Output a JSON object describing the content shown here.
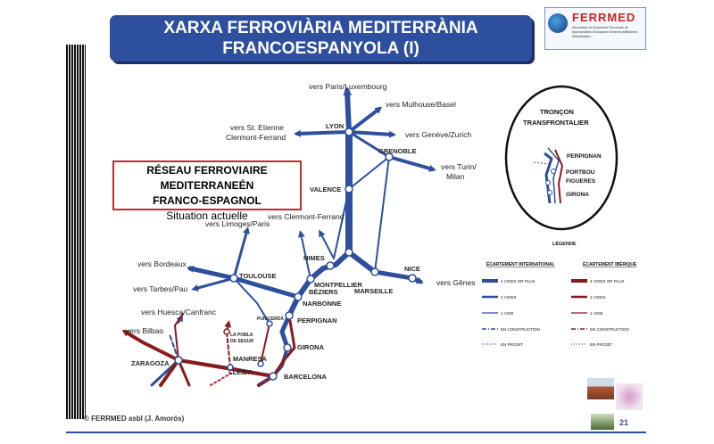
{
  "title": {
    "line1": "XARXA FERROVIÀRIA MEDITERRÀNIA",
    "line2": "FRANCOESPANYOLA (I)"
  },
  "logo": {
    "name": "FERRMED",
    "subtitle": "Association du Grand Axe Ferroviaire de Marchandises Großachse Schienen-Mittelmeer-Skandinavien"
  },
  "reseau": {
    "line1": "RÉSEAU FERROVIAIRE MEDITERRANEÉN",
    "line2": "FRANCO-ESPAGNOL",
    "line3": "Situation actuelle"
  },
  "map_labels": {
    "paris": "vers Paris/Luxembourg",
    "mulhouse": "vers Mulhouse/Basel",
    "stetienne1": "vers St. Etienne",
    "stetienne2": "Clermont-Ferrand",
    "lyon": "LYON",
    "geneve": "vers Genève/Zurich",
    "grenoble": "GRENOBLE",
    "turin1": "vers Turin/",
    "turin2": "Milan",
    "valence": "VALENCE",
    "limoges": "vers Limoges/Paris",
    "clermont": "vers Clermont-Ferrand",
    "nimes": "NIMES",
    "montpellier": "MONTPELLIER",
    "nice": "NICE",
    "genes": "vers Gênes",
    "marseille": "MARSEILLE",
    "bordeaux": "vers Bordeaux",
    "toulouse": "TOULOUSE",
    "beziers": "BÉZIERS",
    "tarbes": "vers Tarbes/Pau",
    "narbonne": "NARBONNE",
    "huesca": "vers Huesca/Canfranc",
    "puigcerda": "PUIGCERDÀ",
    "perpignan": "PERPIGNAN",
    "pobla1": "LA POBLA",
    "pobla2": "DE SEGUR",
    "bilbao": "vers Bilbao",
    "girona": "GIRONA",
    "zaragoza": "ZARAGOZA",
    "manresa": "MANRESA",
    "lleida": "LLEIDA",
    "barcelona": "BARCELONA"
  },
  "troncon": {
    "title1": "TRONÇON",
    "title2": "TRANSFRONTALIER",
    "perpignan": "PERPIGNAN",
    "portbou": "PORTBOU",
    "figueres": "FIGUERES",
    "girona": "GIRONA"
  },
  "legend": {
    "title": "LÉGENDE",
    "col_international": "ÉCARTEMENT INTERNATIONAL",
    "col_iberique": "ÉCARTEMENT IBÉRIQUE",
    "items": [
      "4 VOIES OR PLUS",
      "2 VOIES",
      "1 VOIE",
      "EN CONSTRUCTION",
      "EN PROJET"
    ],
    "color_international": "#2d4f9e",
    "color_iberique": "#8b1a1a"
  },
  "footer": "© FERRMED asbl  (J. Amorós)",
  "page_number": "21"
}
